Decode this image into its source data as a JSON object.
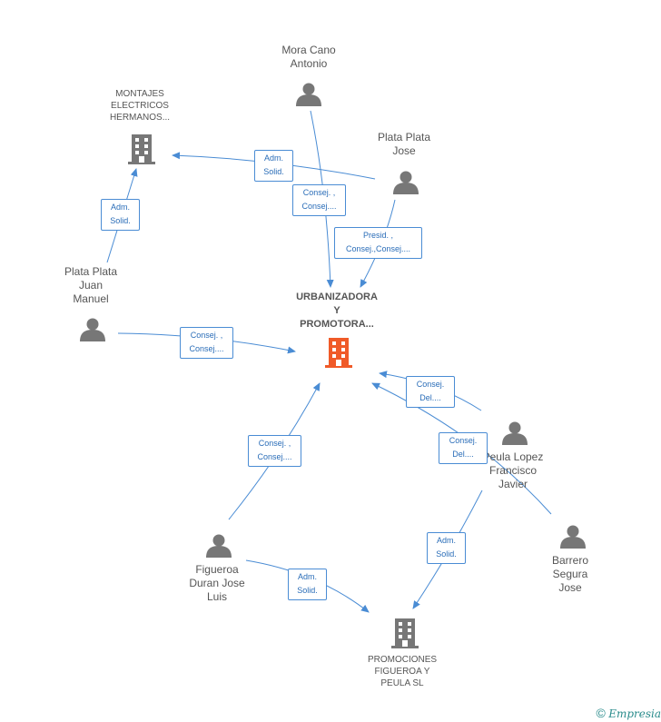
{
  "nodes": {
    "mora": "Mora Cano\nAntonio",
    "montajes": "MONTAJES\nELECTRICOS\nHERMANOS...",
    "plata_jose": "Plata Plata\nJose",
    "plata_juan": "Plata Plata\nJuan\nManuel",
    "urbanizadora": "URBANIZADORA\nY\nPROMOTORA...",
    "peula": "Peula Lopez\nFrancisco\nJavier",
    "barrero": "Barrero\nSegura\nJose",
    "figueroa": "Figueroa\nDuran Jose\nLuis",
    "promociones": "PROMOCIONES\nFIGUEROA Y\nPEULA SL"
  },
  "edges": {
    "adm_solid_1": "Adm.\nSolid.",
    "adm_solid_2": "Adm.\nSolid.",
    "consej_mora": "Consej. ,\nConsej....",
    "presid_jose": "Presid. ,\nConsej.,Consej....",
    "consej_juan": "Consej. ,\nConsej....",
    "consej_del_1": "Consej.\nDel....",
    "consej_del_2": "Consej.\nDel....",
    "consej_fig": "Consej. ,\nConsej....",
    "adm_solid_peula": "Adm.\nSolid.",
    "adm_solid_fig": "Adm.\nSolid."
  },
  "colors": {
    "edge": "#4a8cd4",
    "person": "#777777",
    "company": "#777777",
    "main_company": "#f05a28"
  },
  "footer": {
    "copyright": "©",
    "brand": "Empresia"
  }
}
